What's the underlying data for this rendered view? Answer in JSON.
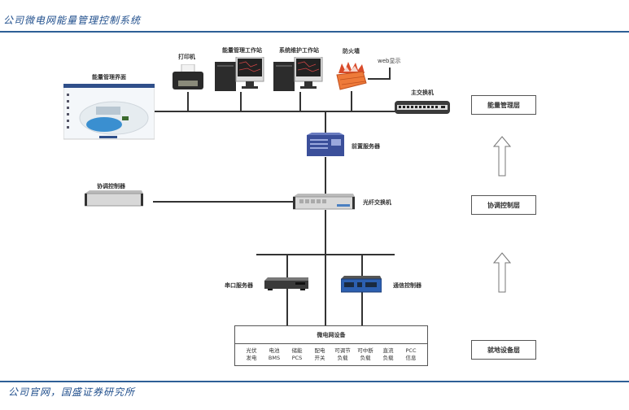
{
  "header": {
    "title": "公司微电网能量管理控制系统"
  },
  "footer": {
    "source": "公司官网，国盛证券研究所"
  },
  "diagram": {
    "top_devices": {
      "ems_ui": "能量管理界面",
      "printer": "打印机",
      "ems_workstation": "能量管理工作站",
      "maint_workstation": "系统维护工作站",
      "firewall": "防火墙",
      "web_display": "web显示",
      "main_switch": "主交换机"
    },
    "middle_devices": {
      "front_server": "前置服务器",
      "coord_controller": "协调控制器",
      "fiber_switch": "光纤交换机"
    },
    "bottom_devices": {
      "serial_server": "串口服务器",
      "comm_controller": "通信控制器"
    },
    "microgrid": {
      "title": "微电网设备",
      "items": [
        {
          "line1": "光伏",
          "line2": "发电"
        },
        {
          "line1": "电池",
          "line2": "BMS"
        },
        {
          "line1": "储能",
          "line2": "PCS"
        },
        {
          "line1": "配电",
          "line2": "开关"
        },
        {
          "line1": "可调节",
          "line2": "负载"
        },
        {
          "line1": "可中断",
          "line2": "负载"
        },
        {
          "line1": "直流",
          "line2": "负载"
        },
        {
          "line1": "PCC",
          "line2": "信息"
        }
      ]
    },
    "layers": [
      {
        "label": "能量管理层"
      },
      {
        "label": "协调控制层"
      },
      {
        "label": "就地设备层"
      }
    ],
    "colors": {
      "brand_blue": "#2e5f96",
      "line": "#333333",
      "firewall": "#e8622a",
      "server_blue": "#3b4f9a"
    }
  }
}
